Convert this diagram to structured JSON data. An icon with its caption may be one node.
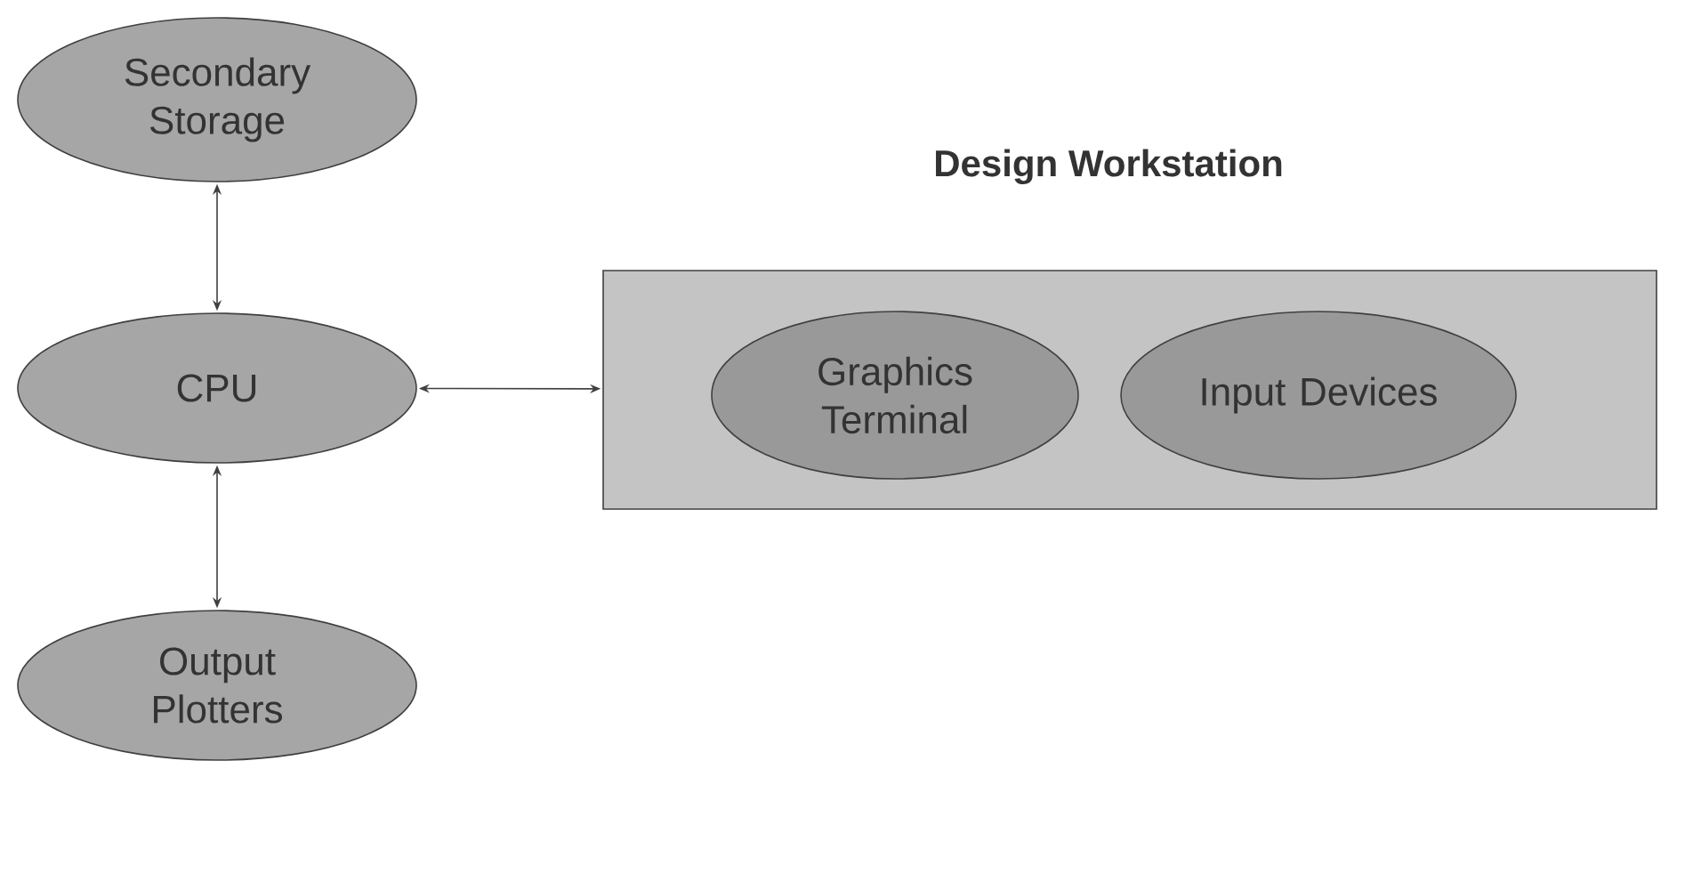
{
  "diagram": {
    "nodes": [
      {
        "text": [
          "Secondary Storage"
        ]
      },
      {
        "text": [
          "CPU"
        ]
      },
      {
        "text": [
          "Output Plotters"
        ]
      },
      {
        "text": [
          "Design Workstation"
        ]
      },
      {
        "text": [
          "Graphics Terminal"
        ],
        "in": 3
      },
      {
        "text": [
          "Input Devices"
        ],
        "in": 3
      }
    ],
    "edges": [
      {
        "from": 0,
        "to": 1,
        "arrow": "both"
      },
      {
        "from": 1,
        "to": 2,
        "arrow": "both"
      },
      {
        "from": 1,
        "to": 3,
        "arrow": "both"
      }
    ]
  }
}
